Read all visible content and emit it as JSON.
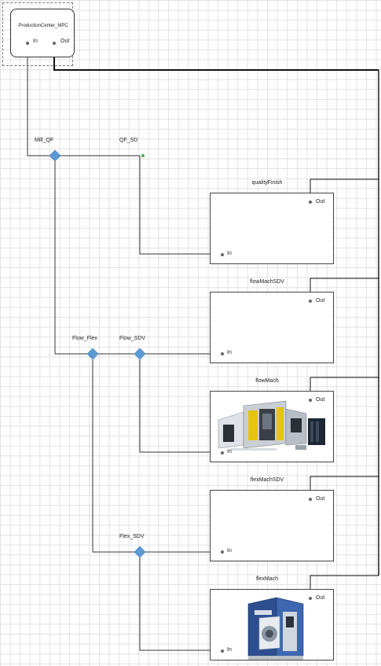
{
  "diagram": {
    "source_node": {
      "title": "ProductionCenter_MPC",
      "in_label": "In",
      "out_label": "Out"
    },
    "junctions": [
      {
        "id": "mill_qf",
        "label": "Mill_QF"
      },
      {
        "id": "qf_sd",
        "label": "QF_SD"
      },
      {
        "id": "flow_flex",
        "label": "Flow_Flex"
      },
      {
        "id": "flow_sdv",
        "label": "Flow_SDV"
      },
      {
        "id": "flex_sdv",
        "label": "Flex_SDV"
      }
    ],
    "machines": [
      {
        "id": "qualityFinish",
        "title": "qualityFinish",
        "in_label": "In",
        "out_label": "Out"
      },
      {
        "id": "flowMachSDV",
        "title": "flowMachSDV",
        "in_label": "In",
        "out_label": "Out"
      },
      {
        "id": "flowMach",
        "title": "flowMach",
        "in_label": "In",
        "out_label": "Out"
      },
      {
        "id": "flexMachSDV",
        "title": "flexMachSDV",
        "in_label": "In",
        "out_label": "Out"
      },
      {
        "id": "flexMach",
        "title": "flexMach",
        "in_label": "In",
        "out_label": "Out"
      }
    ],
    "colors": {
      "junction": "#5b9bd5",
      "wire": "#333333",
      "return_wire": "#111111"
    }
  }
}
